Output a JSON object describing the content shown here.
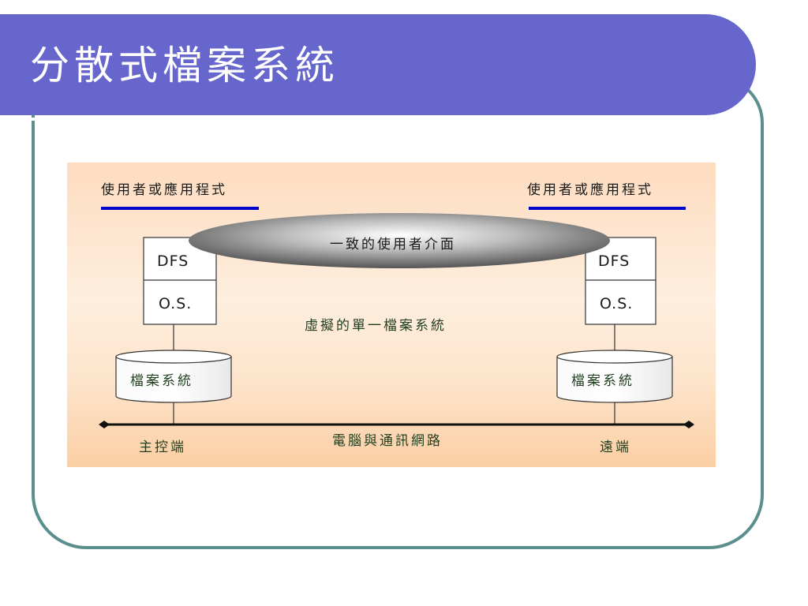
{
  "slide": {
    "title": "分散式檔案系統"
  },
  "diagram": {
    "left_client_label": "使用者或應用程式",
    "right_client_label": "使用者或應用程式",
    "interface_label": "一致的使用者介面",
    "virtual_fs_label": "虛擬的單一檔案系統",
    "left_dfs": "DFS",
    "left_os": "O.S.",
    "right_dfs": "DFS",
    "right_os": "O.S.",
    "left_fs_label": "檔案系統",
    "right_fs_label": "檔案系統",
    "host_label": "主控端",
    "network_label": "電腦與通訊網路",
    "remote_label": "遠端"
  },
  "colors": {
    "title_bar": "#6666cc",
    "frame_border": "#5a8f8d",
    "client_underline": "#0000cc"
  }
}
